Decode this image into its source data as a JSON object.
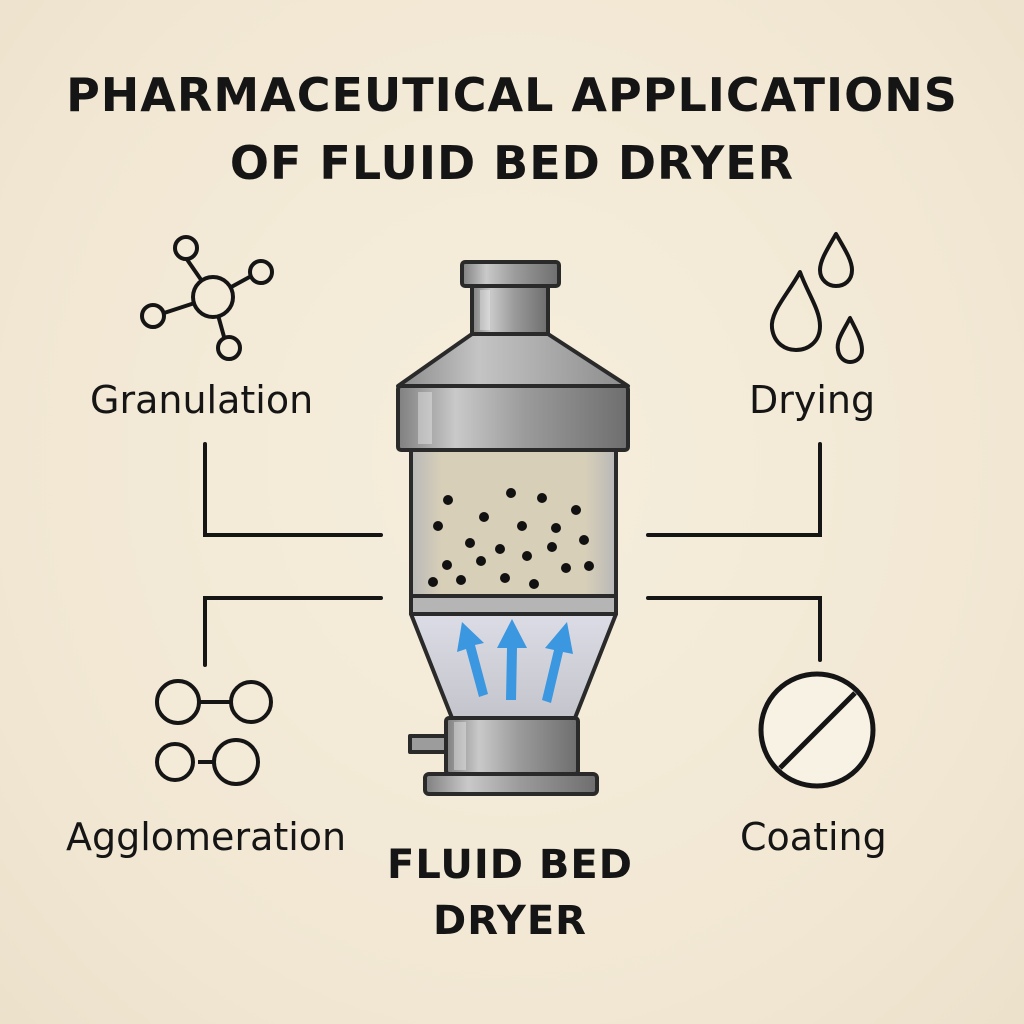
{
  "title": {
    "line1": "PHARMACEUTICAL APPLICATIONS",
    "line2": "OF FLUID BED DRYER"
  },
  "center": {
    "line1": "FLUID BED",
    "line2": "DRYER"
  },
  "applications": {
    "top_left": {
      "label": "Granulation",
      "icon": "molecule-icon"
    },
    "top_right": {
      "label": "Drying",
      "icon": "droplets-icon"
    },
    "bottom_left": {
      "label": "Agglomeration",
      "icon": "linked-circles-icon"
    },
    "bottom_right": {
      "label": "Coating",
      "icon": "coated-tablet-icon"
    }
  },
  "colors": {
    "background": "#f3ead8",
    "ink": "#151515",
    "steel": "#a7a7a7",
    "airflow": "#3b97e0",
    "powder_bed": "#d8cdb2"
  }
}
